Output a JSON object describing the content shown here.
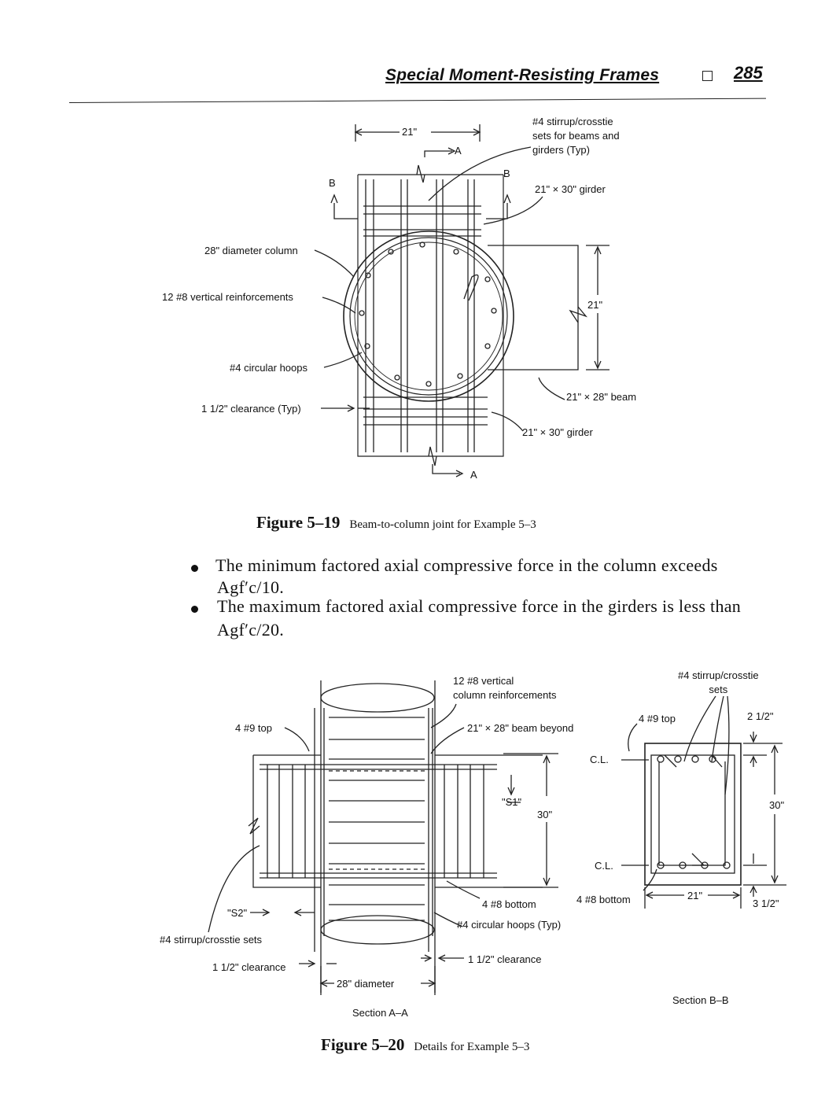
{
  "header": {
    "title": "Special Moment-Resisting Frames",
    "page_number": "285"
  },
  "figure_5_19": {
    "caption_number": "Figure 5–19",
    "caption_text": "Beam-to-column joint for Example 5–3",
    "labels": {
      "dim_top": "21\"",
      "section_a_top": "A",
      "section_a_bottom": "A",
      "section_b_left": "B",
      "section_b_right": "B",
      "stirrup": [
        "#4 stirrup/crosstie",
        "sets for beams and",
        "girders (Typ)"
      ],
      "girder_top": "21\" × 30\" girder",
      "column": "28\" diameter column",
      "vertical_reinf": "12 #8 vertical reinforcements",
      "dim_right": "21\"",
      "hoops": "#4 circular hoops",
      "clearance": "1 1/2\" clearance (Typ)",
      "beam": "21\" × 28\" beam",
      "girder_bottom": "21\" × 30\" girder"
    }
  },
  "bullets": [
    "The minimum factored axial compressive force in the column exceeds",
    "The maximum factored axial compressive force in the girders is less than"
  ],
  "formulas": [
    "Agf′c/10.",
    "Agf′c/20."
  ],
  "figure_5_20": {
    "caption_number": "Figure 5–20",
    "caption_text": "Details for Example 5–3",
    "section_aa": {
      "vertical": [
        "12 #8 vertical",
        "column reinforcements"
      ],
      "top": "4 #9 top",
      "beam_beyond": "21\" × 28\" beam beyond",
      "s1": "\"S1\"",
      "dim_30": "30\"",
      "s2": "\"S2\"",
      "stirrup_sets": "#4 stirrup/crosstie sets",
      "bottom": "4 #8 bottom",
      "hoops": "#4 circular hoops (Typ)",
      "clear_left": "1 1/2\" clearance",
      "clear_right": "1 1/2\" clearance",
      "diameter": "28\" diameter",
      "title": "Section A–A"
    },
    "section_bb": {
      "stirrup": [
        "#4 stirrup/crosstie",
        "sets"
      ],
      "top": "4 #9 top",
      "dim_top": "2 1/2\"",
      "cl_top": "C.L.",
      "dim_30": "30\"",
      "cl_bottom": "C.L.",
      "bottom": "4 #8 bottom",
      "dim_21": "21\"",
      "dim_bottom": "3 1/2\"",
      "title": "Section B–B"
    }
  }
}
